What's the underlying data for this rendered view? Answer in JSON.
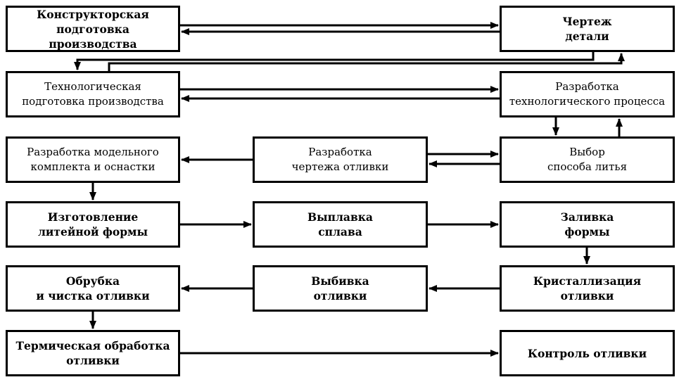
{
  "boxes": {
    "design": "Конструкторская\nподготовка производства",
    "drawing": "Чертеж\nдетали",
    "techprep": "Технологическая\nподготовка производства",
    "techproc": "Разработка\nтехнологического процесса",
    "model": "Разработка модельного\nкомплекта и оснастки",
    "castdraw": "Разработка\nчертежа отливки",
    "method": "Выбор\nспособа литья",
    "mould": "Изготовление\nлитейной формы",
    "melt": "Выплавка\nсплава",
    "pour": "Заливка\nформы",
    "trim": "Обрубка\nи чистка отливки",
    "knockout": "Выбивка\nотливки",
    "cryst": "Кристаллизация\nотливки",
    "heat": "Термическая обработка\nотливки",
    "control": "Контроль отливки"
  },
  "colors": {
    "line": "#000000",
    "background": "#ffffff"
  }
}
